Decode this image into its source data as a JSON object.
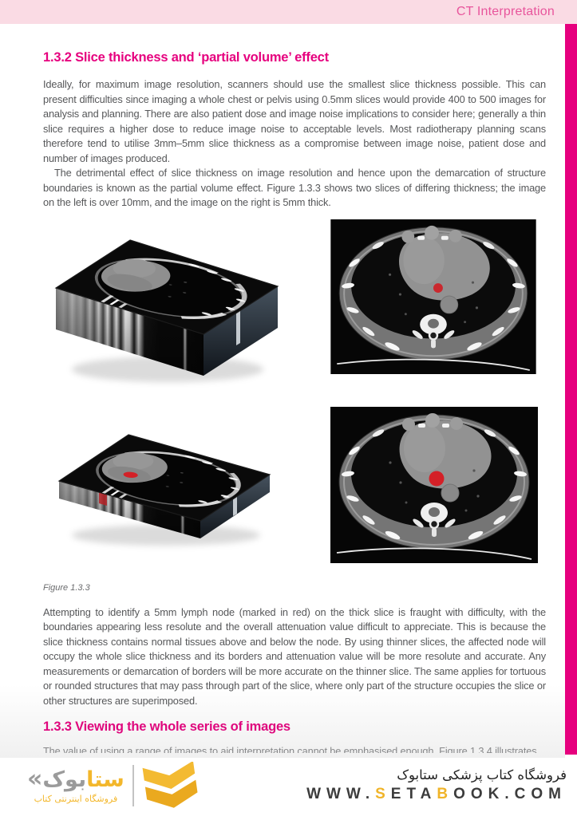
{
  "header": {
    "title": "CT Interpretation"
  },
  "section_132": {
    "heading": "1.3.2 Slice thickness and ‘partial volume’ effect",
    "para_1": "Ideally, for maximum image resolution, scanners should use the smallest slice thickness possible. This can present difficulties since imaging a whole chest or pelvis using 0.5mm slices would provide 400 to 500 images for analysis and planning. There are also patient dose and image noise implications to consider here; generally a thin slice requires a higher dose to reduce image noise to acceptable levels. Most radiotherapy planning scans therefore tend to utilise 3mm–5mm slice thickness as a compromise between image noise, patient dose and number of images produced.",
    "para_2": "The detrimental effect of slice thickness on image resolution and hence upon the demarcation of structure boundaries is known as the partial volume effect. Figure 1.3.3 shows two slices of differing thickness; the image on the left is over 10mm, and the image on the right is 5mm thick.",
    "para_3": "Attempting to identify a 5mm lymph node (marked in red) on the thick slice is fraught with difficulty, with the boundaries appearing less resolute and the overall attenuation value difficult to appreciate. This is because the slice thickness contains normal tissues above and below the node. By using thinner slices, the affected node will occupy the whole slice thickness and its borders and attenuation value will be more resolute and accurate. Any measurements or demarcation of borders will be more accurate on the thinner slice. The same applies for tortuous or rounded structures that may pass through part of the slice, where only part of the structure occupies the slice or other structures are superimposed."
  },
  "figure": {
    "caption": "Figure 1.3.3"
  },
  "section_133": {
    "heading": "1.3.3 Viewing the whole series of images",
    "para_partial": "The value of using a range of images to aid interpretation cannot be emphasised enough. Figure 1.3.4 illustrates"
  },
  "footer": {
    "logo": {
      "guillemet": "«",
      "wordmark_yellow": "ستا",
      "wordmark_gray": "بوک",
      "tagline": "فروشگاه اینترنتی کتاب"
    },
    "store_name": "فروشگاه کتاب پزشکی ستابوک",
    "website": {
      "p1": "WWW.",
      "s": "S",
      "p2": "ETA",
      "b": "B",
      "p3": "OOK.COM"
    }
  },
  "colors": {
    "accent_pink": "#e6007e",
    "header_band_pink": "#fadbe4",
    "header_title_pink": "#e8559c",
    "logo_yellow": "#f3b72b",
    "body_text_gray": "#58595b"
  }
}
